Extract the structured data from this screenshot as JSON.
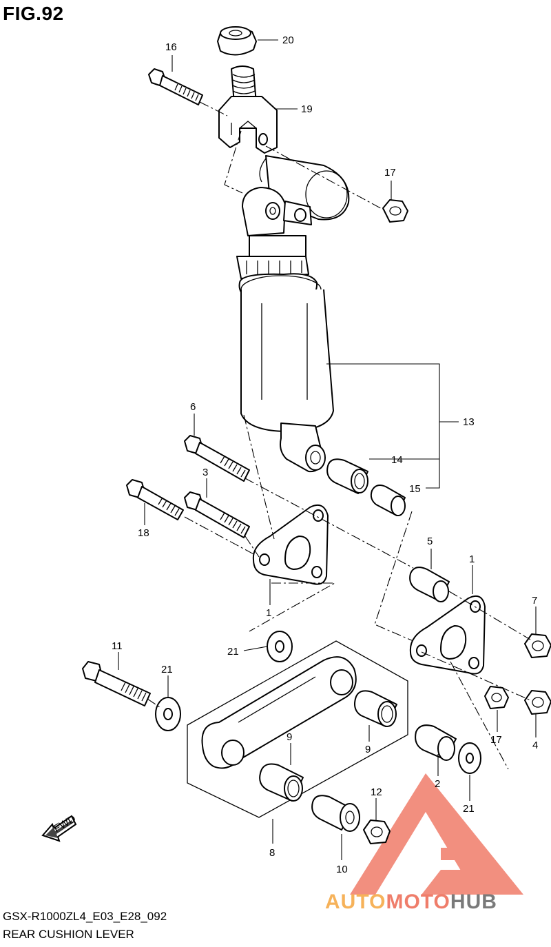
{
  "figure": {
    "title": "FIG.92",
    "code": "GSX-R1000ZL4_E03_E28_092",
    "name": "REAR CUSHION LEVER"
  },
  "watermark": {
    "part1": "AUTO",
    "part2": "MOTO",
    "part3": "HUB",
    "colors": {
      "auto": "#f6b25a",
      "moto": "#ef7d6a",
      "hub": "#7a7a7a",
      "logo": "#ee6a55"
    }
  },
  "fwd_label": "FWD",
  "callouts": {
    "c20": "20",
    "c16": "16",
    "c19": "19",
    "c17a": "17",
    "c13": "13",
    "c6": "6",
    "c14": "14",
    "c3": "3",
    "c15": "15",
    "c18": "18",
    "c5": "5",
    "c1a": "1",
    "c1b": "1",
    "c7": "7",
    "c21a": "21",
    "c11": "11",
    "c21b": "21",
    "c17b": "17",
    "c4": "4",
    "c9a": "9",
    "c9b": "9",
    "c2": "2",
    "c21c": "21",
    "c12": "12",
    "c8": "8",
    "c10": "10"
  }
}
